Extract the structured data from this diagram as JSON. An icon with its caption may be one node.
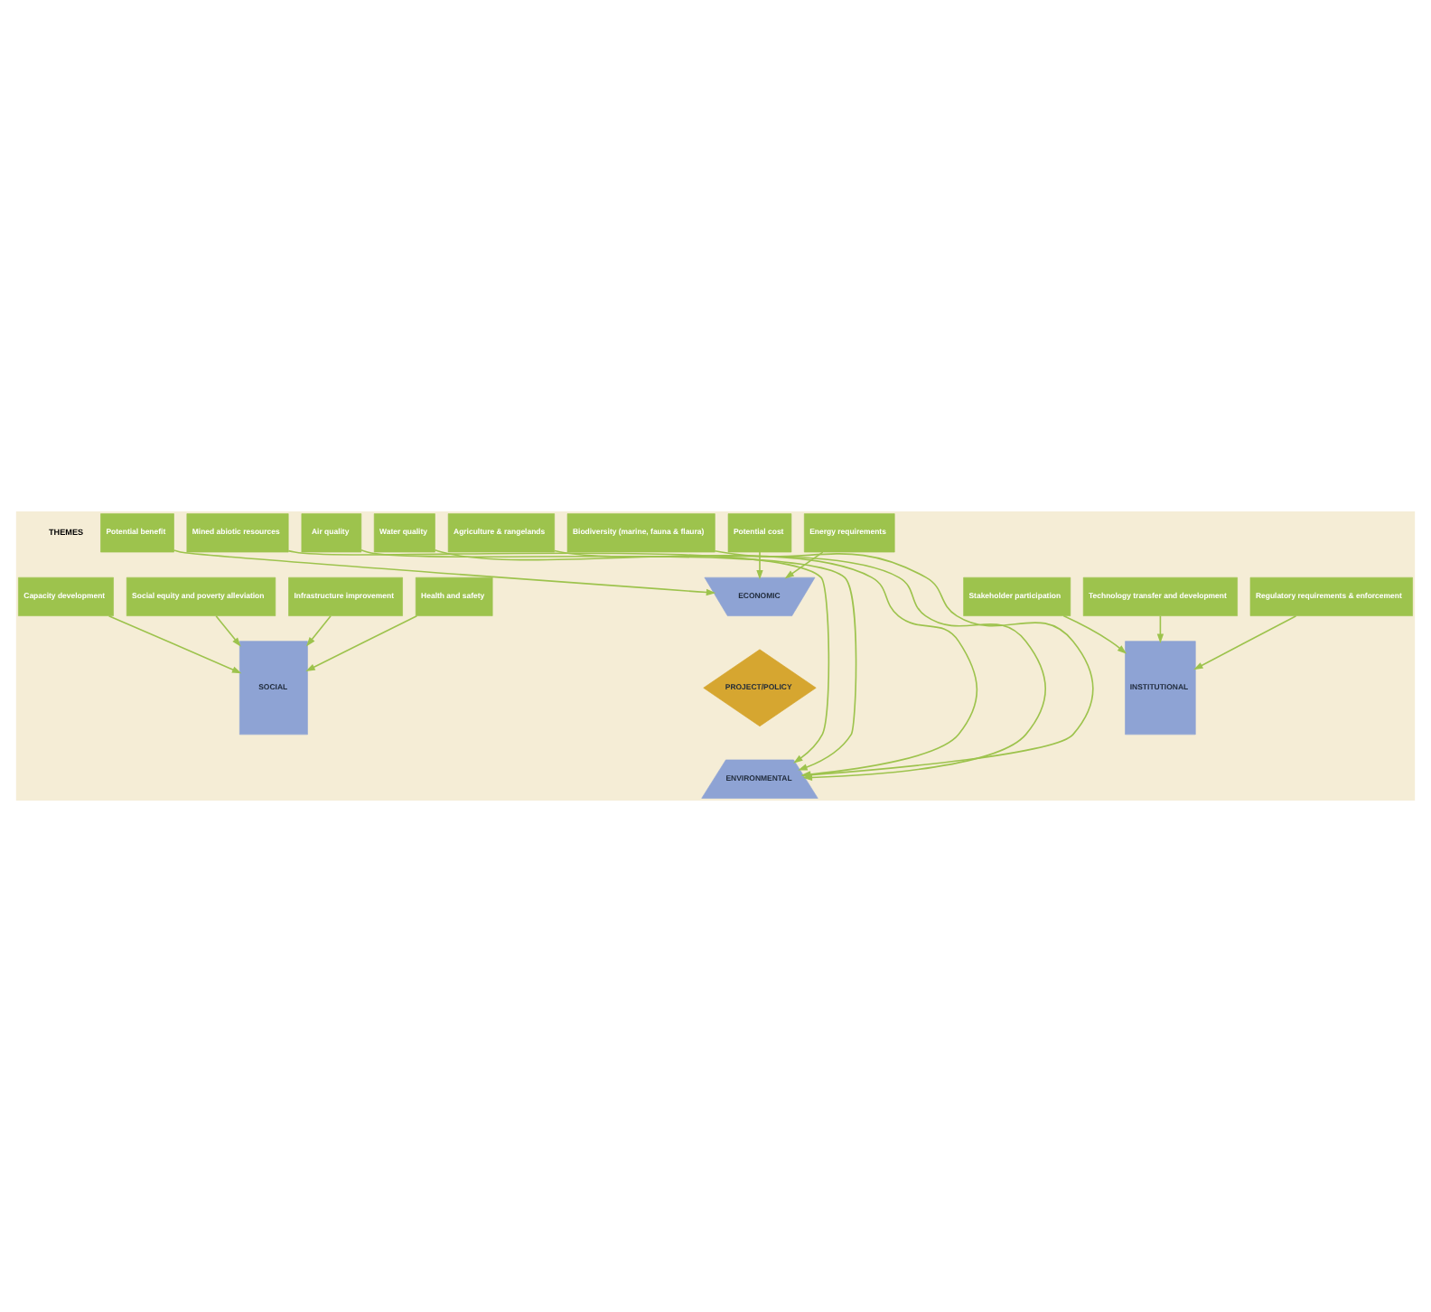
{
  "diagram": {
    "nodes": [
      {
        "text": [
          "Potential benefit"
        ]
      },
      {
        "text": [
          "Potential cost"
        ]
      },
      {
        "text": [
          "Energy requirements"
        ]
      },
      {
        "text": [
          "ECONOMIC"
        ]
      },
      {
        "text": [
          "Capacity development"
        ]
      },
      {
        "text": [
          "Social equity and poverty alleviation"
        ]
      },
      {
        "text": [
          "Stakeholder participation"
        ]
      },
      {
        "text": [
          "SOCIAL"
        ]
      },
      {
        "text": [
          "PROJECT/POLICY"
        ]
      },
      {
        "text": [
          "INSTITUTIONAL"
        ]
      },
      {
        "text": [
          "Technology transfer and development"
        ]
      },
      {
        "text": [
          "Infrastructure improvement"
        ]
      },
      {
        "text": [
          "Regulatory requirements & enforcement"
        ]
      },
      {
        "text": [
          "Health and safety"
        ]
      },
      {
        "text": [
          "ENVIRONMENTAL"
        ]
      },
      {
        "text": [
          "Mined abiotic resources"
        ]
      },
      {
        "text": [
          "Air quality"
        ]
      },
      {
        "text": [
          "Water quality"
        ]
      },
      {
        "text": [
          "Agriculture & rangelands"
        ]
      },
      {
        "text": [
          "Biodiversity (marine, fauna & flaura)"
        ]
      }
    ],
    "edges": [
      {
        "from": 0,
        "to": 3,
        "arrow": "to"
      },
      {
        "from": 1,
        "to": 3,
        "arrow": "to"
      },
      {
        "from": 2,
        "to": 3,
        "arrow": "to"
      },
      {
        "from": 4,
        "to": 7,
        "arrow": "to"
      },
      {
        "from": 5,
        "to": 7,
        "arrow": "to"
      },
      {
        "from": 6,
        "to": 9,
        "arrow": "to"
      },
      {
        "from": 10,
        "to": 9,
        "arrow": "to"
      },
      {
        "from": 11,
        "to": 7,
        "arrow": "to"
      },
      {
        "from": 12,
        "to": 9,
        "arrow": "to"
      },
      {
        "from": 13,
        "to": 7,
        "arrow": "to"
      },
      {
        "from": 15,
        "to": 14,
        "arrow": "to"
      },
      {
        "from": 16,
        "to": 14,
        "arrow": "to"
      },
      {
        "from": 17,
        "to": 14,
        "arrow": "to"
      },
      {
        "from": 18,
        "to": 14,
        "arrow": "to"
      },
      {
        "from": 19,
        "to": 14,
        "arrow": "to"
      }
    ],
    "labels": [
      "THEMES"
    ]
  }
}
